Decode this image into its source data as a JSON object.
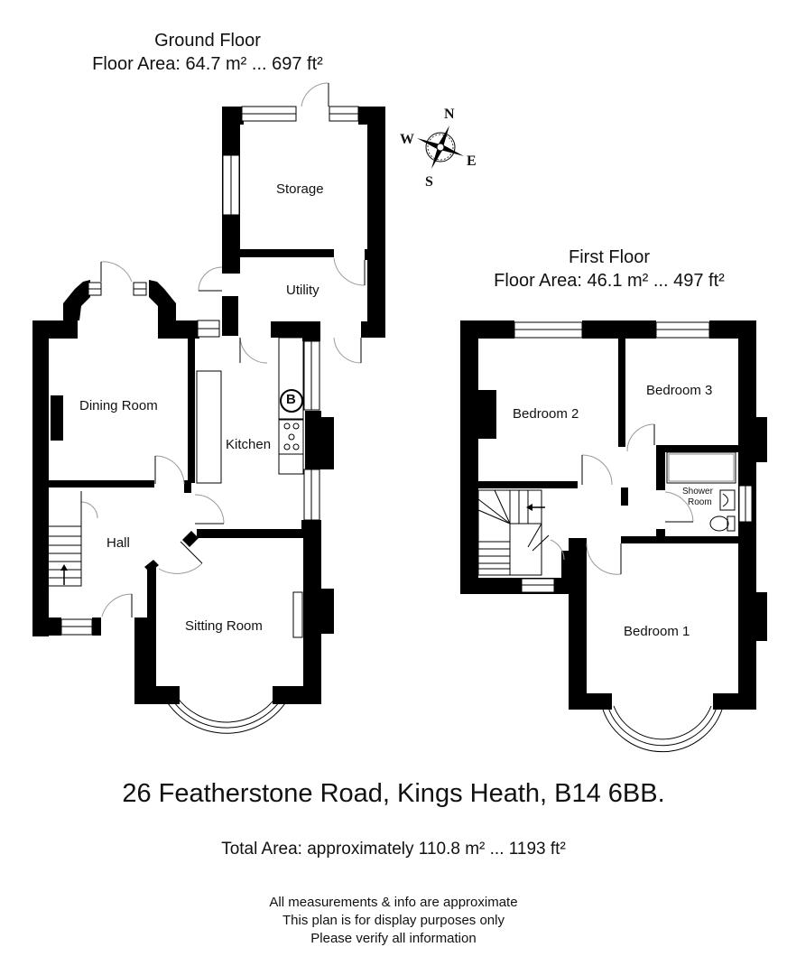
{
  "ground_floor": {
    "title": "Ground Floor",
    "area": "Floor Area: 64.7 m² ... 697 ft²",
    "rooms": [
      {
        "name": "Storage"
      },
      {
        "name": "Utility"
      },
      {
        "name": "Dining Room"
      },
      {
        "name": "Kitchen"
      },
      {
        "name": "Hall"
      },
      {
        "name": "Sitting Room"
      }
    ],
    "boiler_label": "B"
  },
  "first_floor": {
    "title": "First Floor",
    "area": "Floor Area: 46.1 m² ... 497 ft²",
    "rooms": [
      {
        "name": "Bedroom 2"
      },
      {
        "name": "Bedroom 3"
      },
      {
        "name": "Shower Room"
      },
      {
        "name": "Bedroom 1"
      }
    ],
    "shower_label_line1": "Shower",
    "shower_label_line2": "Room"
  },
  "compass": {
    "icon": "compass-rose-icon",
    "north": "N",
    "east": "E",
    "south": "S",
    "west": "W"
  },
  "footer": {
    "address": "26 Featherstone Road, Kings Heath, B14 6BB.",
    "total_area": "Total Area: approximately 110.8 m² ... 1193 ft²",
    "disclaimer": [
      "All measurements & info are approximate",
      "This plan is for display purposes only",
      "Please verify all information"
    ]
  },
  "colors": {
    "wall": "#000000",
    "background": "#ffffff",
    "door_swing": "#999999"
  }
}
